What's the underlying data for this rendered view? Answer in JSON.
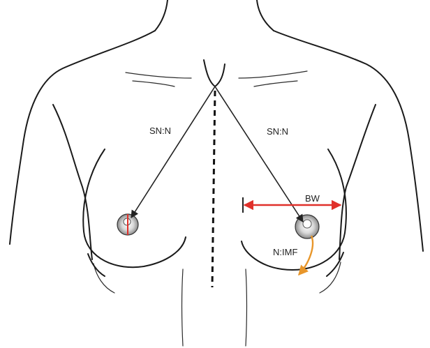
{
  "labels": {
    "sn_n_left": "SN:N",
    "sn_n_right": "SN:N",
    "bw": "BW",
    "n_imf": "N:IMF"
  },
  "colors": {
    "outline": "#1a1a1a",
    "measurement": "#222222",
    "breast_width": "#e0302a",
    "nipple_to_fold": "#f0a020"
  }
}
